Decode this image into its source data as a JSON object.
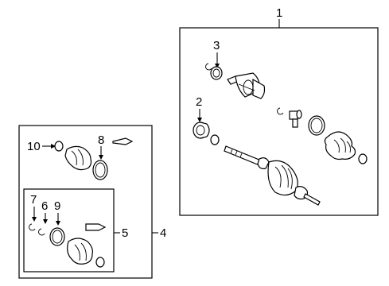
{
  "diagram": {
    "callouts": {
      "c1": "1",
      "c2": "2",
      "c3": "3",
      "c4": "4",
      "c5": "5",
      "c6": "6",
      "c7": "7",
      "c8": "8",
      "c9": "9",
      "c10": "10"
    },
    "icons": [
      "axle-shaft-icon",
      "cv-joint-icon",
      "boot-icon",
      "clamp-icon",
      "snap-ring-icon",
      "grease-tube-icon"
    ]
  }
}
